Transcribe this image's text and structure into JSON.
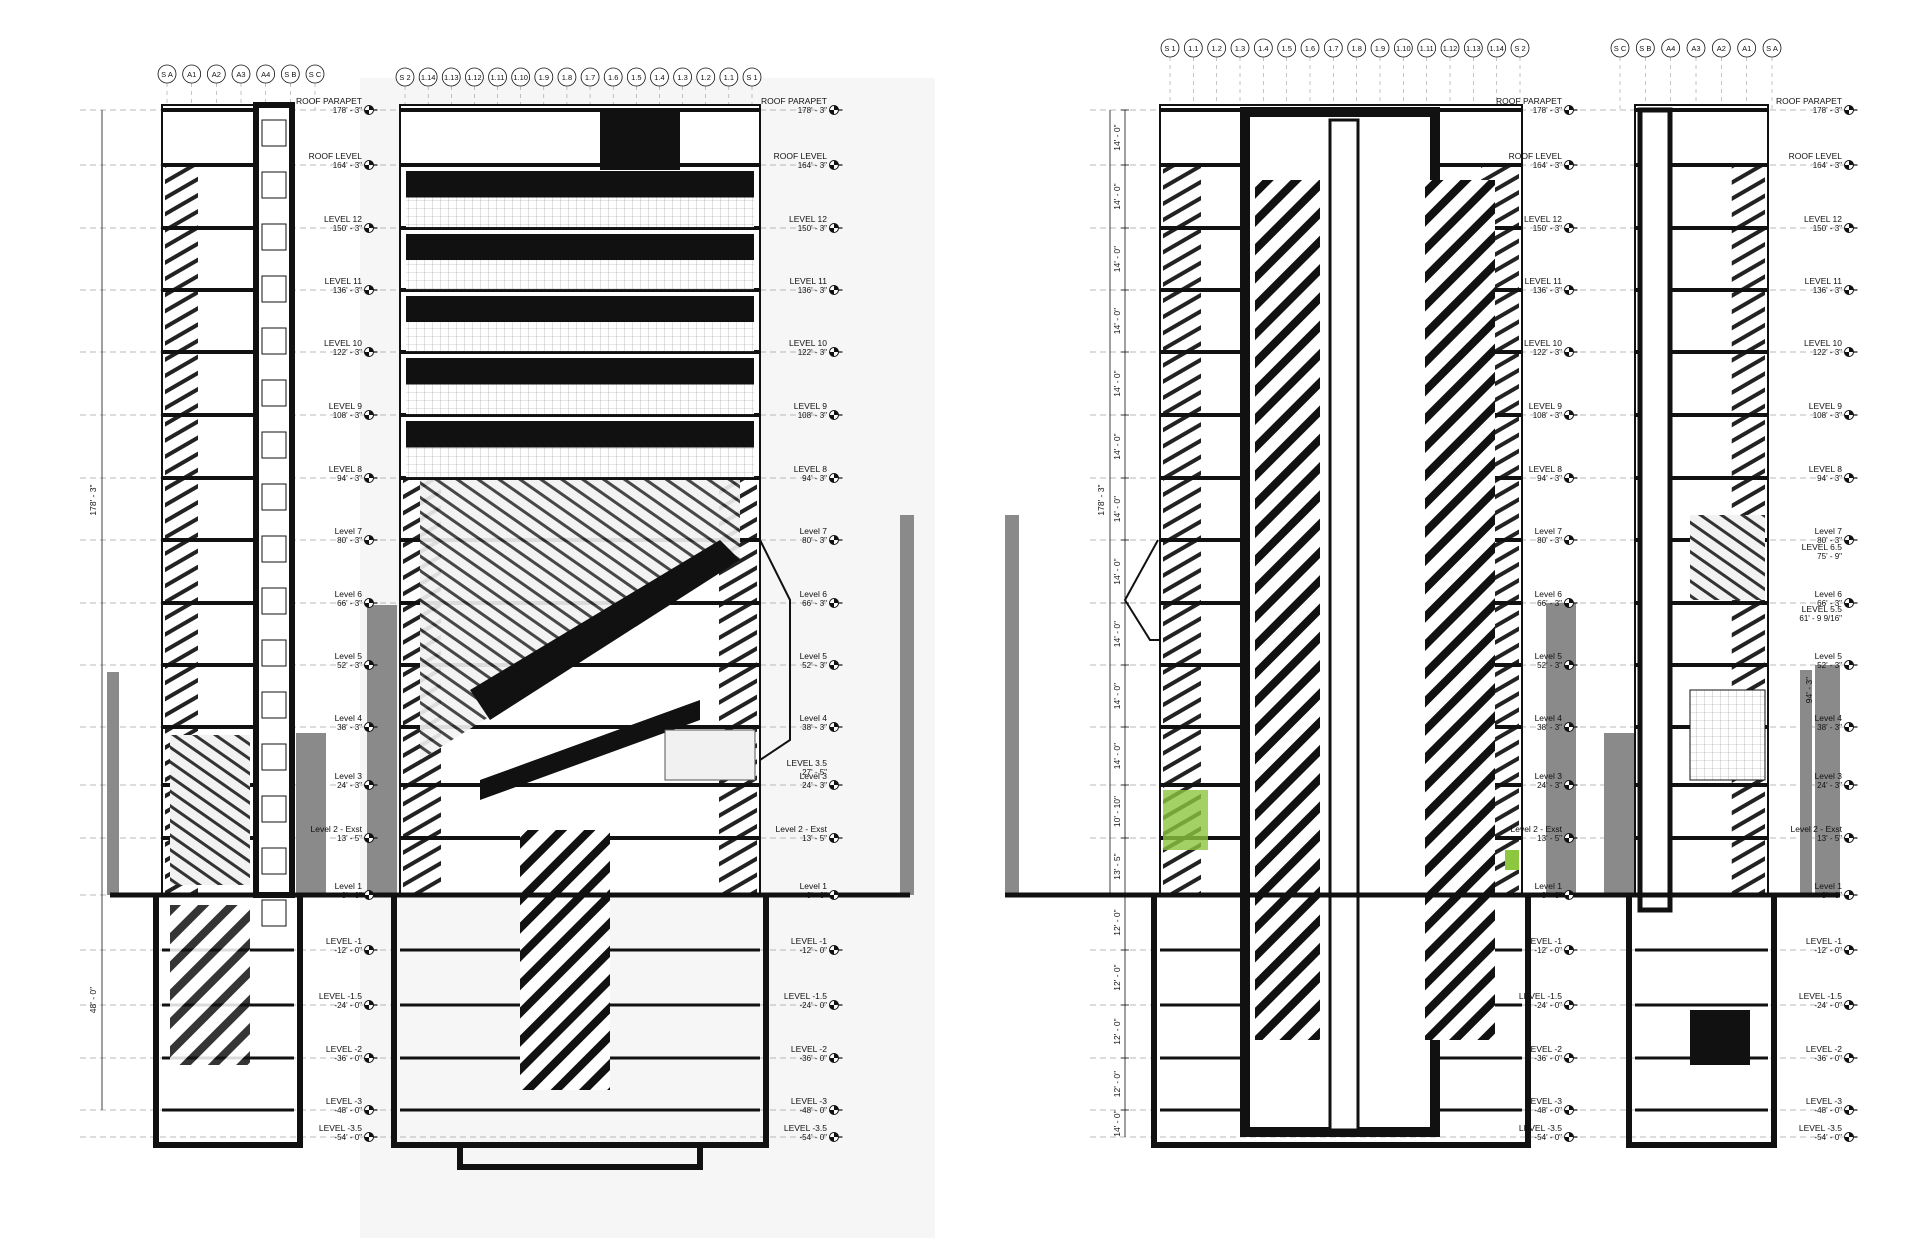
{
  "levels": [
    {
      "name": "ROOF PARAPET",
      "elev": "178' - 3\""
    },
    {
      "name": "ROOF LEVEL",
      "elev": "164' - 3\""
    },
    {
      "name": "LEVEL 12",
      "elev": "150' - 3\""
    },
    {
      "name": "LEVEL 11",
      "elev": "136' - 3\""
    },
    {
      "name": "LEVEL 10",
      "elev": "122' - 3\""
    },
    {
      "name": "LEVEL 9",
      "elev": "108' - 3\""
    },
    {
      "name": "LEVEL 8",
      "elev": "94' - 3\""
    },
    {
      "name": "Level 7",
      "elev": "80' - 3\""
    },
    {
      "name": "Level 6",
      "elev": "66' - 3\""
    },
    {
      "name": "Level 5",
      "elev": "52' - 3\""
    },
    {
      "name": "Level 4",
      "elev": "38' - 3\""
    },
    {
      "name": "Level 3",
      "elev": "24' - 3\""
    },
    {
      "name": "Level 2 - Exst",
      "elev": "13' - 5\""
    },
    {
      "name": "Level 1",
      "elev": "0' - 0\""
    },
    {
      "name": "LEVEL -1",
      "elev": "-12' - 0\""
    },
    {
      "name": "LEVEL -1.5",
      "elev": "-24' - 0\""
    },
    {
      "name": "LEVEL -2",
      "elev": "-36' - 0\""
    },
    {
      "name": "LEVEL -3",
      "elev": "-48' - 0\""
    },
    {
      "name": "LEVEL -3.5",
      "elev": "-54' - 0\""
    }
  ],
  "extra_levels": [
    {
      "name": "LEVEL 3.5",
      "elev": "27' - 5\""
    },
    {
      "name": "LEVEL 6.5",
      "elev": "75' - 9\""
    },
    {
      "name": "LEVEL 5.5",
      "elev": "61' - 9 9/16\""
    }
  ],
  "grid_narrow": [
    "S A",
    "A1",
    "A2",
    "A3",
    "A4",
    "S B",
    "S C"
  ],
  "grid_narrow_rev": [
    "S C",
    "S B",
    "A4",
    "A3",
    "A2",
    "A1",
    "S A"
  ],
  "grid_wide": [
    "S 2",
    "1.14",
    "1.13",
    "1.12",
    "1.11",
    "1.10",
    "1.9",
    "1.8",
    "1.7",
    "1.6",
    "1.5",
    "1.4",
    "1.3",
    "1.2",
    "1.1",
    "S 1"
  ],
  "grid_wide_rev": [
    "S 1",
    "1.1",
    "1.2",
    "1.3",
    "1.4",
    "1.5",
    "1.6",
    "1.7",
    "1.8",
    "1.9",
    "1.10",
    "1.11",
    "1.12",
    "1.13",
    "1.14",
    "S 2"
  ],
  "dimensions": {
    "overall_above": "178' - 3\"",
    "overall_below": "48' - 0\"",
    "left_stack": [
      "14' - 0\"",
      "14' - 0\"",
      "14' - 0\"",
      "14' - 0\"",
      "14' - 0\"",
      "14' - 0\"",
      "14' - 0\"",
      "14' - 0\"",
      "14' - 0\"",
      "14' - 0\"",
      "14' - 0\"",
      "10' - 10\"",
      "13' - 5\"",
      "12' - 0\"",
      "12' - 0\"",
      "12' - 0\"",
      "12' - 0\"",
      "14' - 0\""
    ],
    "small_vertical": "94' - 3\""
  },
  "colors": {
    "ink": "#111111",
    "grey_band": "#8a8a8a",
    "accent_green": "#8dc63f"
  }
}
